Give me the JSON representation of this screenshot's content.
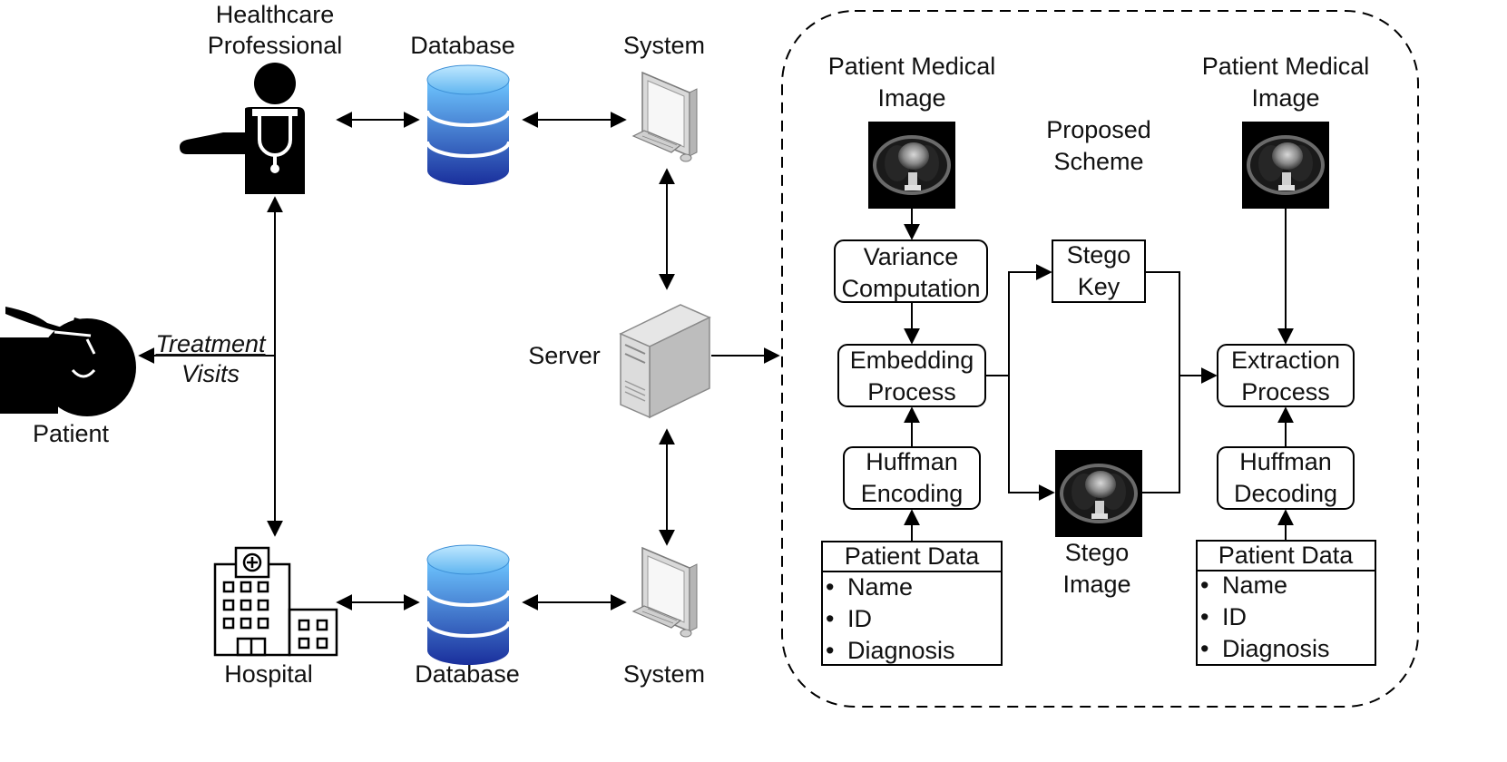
{
  "actors": {
    "healthcare_professional": [
      "Healthcare",
      "Professional"
    ],
    "patient": "Patient",
    "hospital": "Hospital",
    "server": "Server"
  },
  "database_top": "Database",
  "database_bottom": "Database",
  "system_top": "System",
  "system_bottom": "System",
  "patient_link": [
    "Treatment",
    "Visits"
  ],
  "scheme": {
    "title": [
      "Proposed",
      "Scheme"
    ],
    "input_image": [
      "Patient Medical",
      "Image"
    ],
    "output_image": [
      "Patient Medical",
      "Image"
    ],
    "variance": [
      "Variance",
      "Computation"
    ],
    "embedding": [
      "Embedding",
      "Process"
    ],
    "huffman_enc": [
      "Huffman",
      "Encoding"
    ],
    "stego_key": [
      "Stego",
      "Key"
    ],
    "stego_image": [
      "Stego",
      "Image"
    ],
    "extraction": [
      "Extraction",
      "Process"
    ],
    "huffman_dec": [
      "Huffman",
      "Decoding"
    ],
    "patient_data_left": {
      "title": "Patient Data",
      "items": [
        "Name",
        "ID",
        "Diagnosis"
      ]
    },
    "patient_data_right": {
      "title": "Patient Data",
      "items": [
        "Name",
        "ID",
        "Diagnosis"
      ]
    }
  },
  "icons": [
    "doctor-icon",
    "patient-icon",
    "hospital-icon",
    "database-icon",
    "computer-icon",
    "server-icon",
    "ct-scan-image"
  ],
  "colors": {
    "database_top": "#3fa9f5",
    "database_bottom": "#1a2f9c",
    "ct_bg": "#000000"
  }
}
